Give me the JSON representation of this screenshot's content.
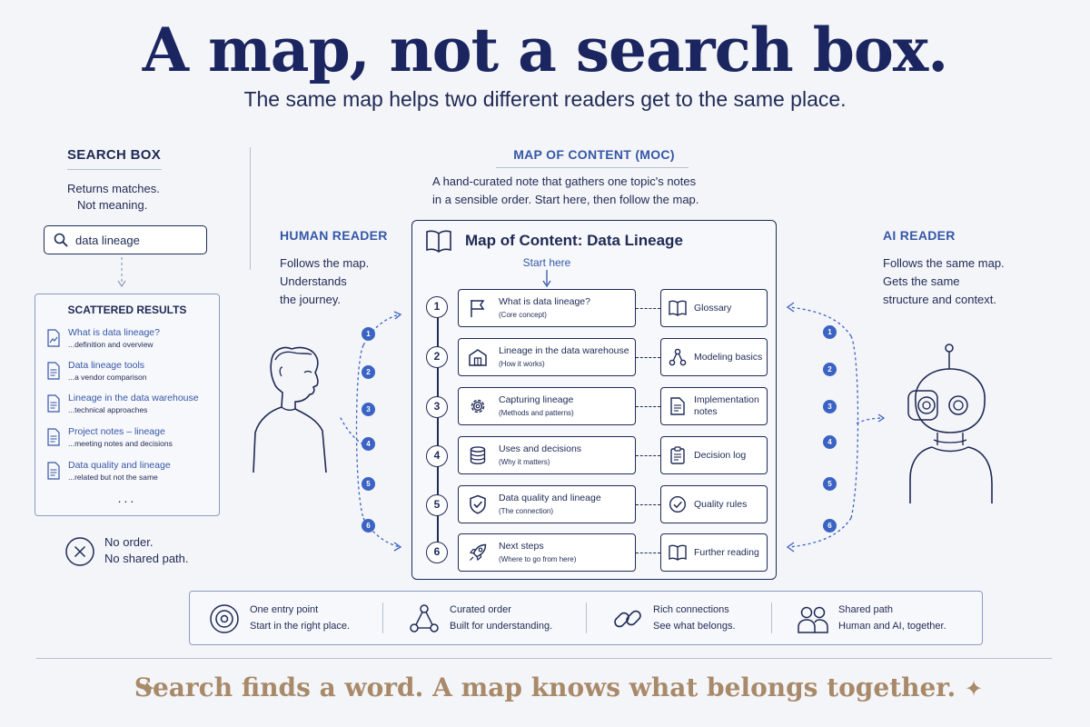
{
  "header": {
    "title": "A map, not a search box.",
    "subtitle": "The same map helps two different readers get to the same place."
  },
  "search_panel": {
    "heading": "SEARCH BOX",
    "desc_line1": "Returns matches.",
    "desc_line2": "Not meaning.",
    "search_value": "data lineage",
    "results_heading": "SCATTERED RESULTS",
    "results": [
      {
        "title": "What is data lineage?",
        "sub": "...definition and overview"
      },
      {
        "title": "Data lineage tools",
        "sub": "...a vendor comparison"
      },
      {
        "title": "Lineage in the data warehouse",
        "sub": "...technical approaches"
      },
      {
        "title": "Project notes – lineage",
        "sub": "...meeting notes and decisions"
      },
      {
        "title": "Data quality and lineage",
        "sub": "...related but not the same"
      }
    ],
    "results_more": "...",
    "no_order_line1": "No order.",
    "no_order_line2": "No shared path."
  },
  "moc": {
    "heading": "MAP OF CONTENT (MOC)",
    "desc_line1": "A hand-curated note that gathers one topic's notes",
    "desc_line2": "in a sensible order. Start here, then follow the map.",
    "box_title": "Map of Content: Data Lineage",
    "start_here": "Start here",
    "steps": [
      {
        "num": "1",
        "title": "What is data lineage?",
        "sub": "(Core concept)",
        "icon": "flag-icon",
        "side": "Glossary",
        "side_icon": "book-icon"
      },
      {
        "num": "2",
        "title": "Lineage in the data warehouse",
        "sub": "(How it works)",
        "icon": "warehouse-icon",
        "side": "Modeling basics",
        "side_icon": "nodes-icon"
      },
      {
        "num": "3",
        "title": "Capturing lineage",
        "sub": "(Methods and patterns)",
        "icon": "gear-icon",
        "side": "Implementation notes",
        "side_icon": "document-icon"
      },
      {
        "num": "4",
        "title": "Uses and decisions",
        "sub": "(Why it matters)",
        "icon": "database-icon",
        "side": "Decision log",
        "side_icon": "clipboard-icon"
      },
      {
        "num": "5",
        "title": "Data quality and lineage",
        "sub": "(The connection)",
        "icon": "shield-check-icon",
        "side": "Quality rules",
        "side_icon": "check-circle-icon"
      },
      {
        "num": "6",
        "title": "Next steps",
        "sub": "(Where to go from here)",
        "icon": "rocket-icon",
        "side": "Further reading",
        "side_icon": "open-book-icon"
      }
    ]
  },
  "human": {
    "heading": "HUMAN READER",
    "line1": "Follows the map.",
    "line2": "Understands",
    "line3": "the journey.",
    "badges": [
      "1",
      "2",
      "3",
      "4",
      "5",
      "6"
    ]
  },
  "ai": {
    "heading": "AI READER",
    "line1": "Follows the same map.",
    "line2": "Gets the same",
    "line3": "structure and context.",
    "badges": [
      "1",
      "2",
      "3",
      "4",
      "5",
      "6"
    ]
  },
  "features": [
    {
      "title": "One entry point",
      "sub": "Start in the right place.",
      "icon": "target-icon"
    },
    {
      "title": "Curated order",
      "sub": "Built for understanding.",
      "icon": "hierarchy-icon"
    },
    {
      "title": "Rich connections",
      "sub": "See what belongs.",
      "icon": "link-icon"
    },
    {
      "title": "Shared path",
      "sub": "Human and AI, together.",
      "icon": "people-icon"
    }
  ],
  "footer": {
    "tagline": "Search finds a word. A map knows what belongs together."
  },
  "colors": {
    "navy": "#1f2a55",
    "accent_blue": "#3b63c4",
    "tan": "#a88a6a",
    "background": "#f4f5f8"
  }
}
